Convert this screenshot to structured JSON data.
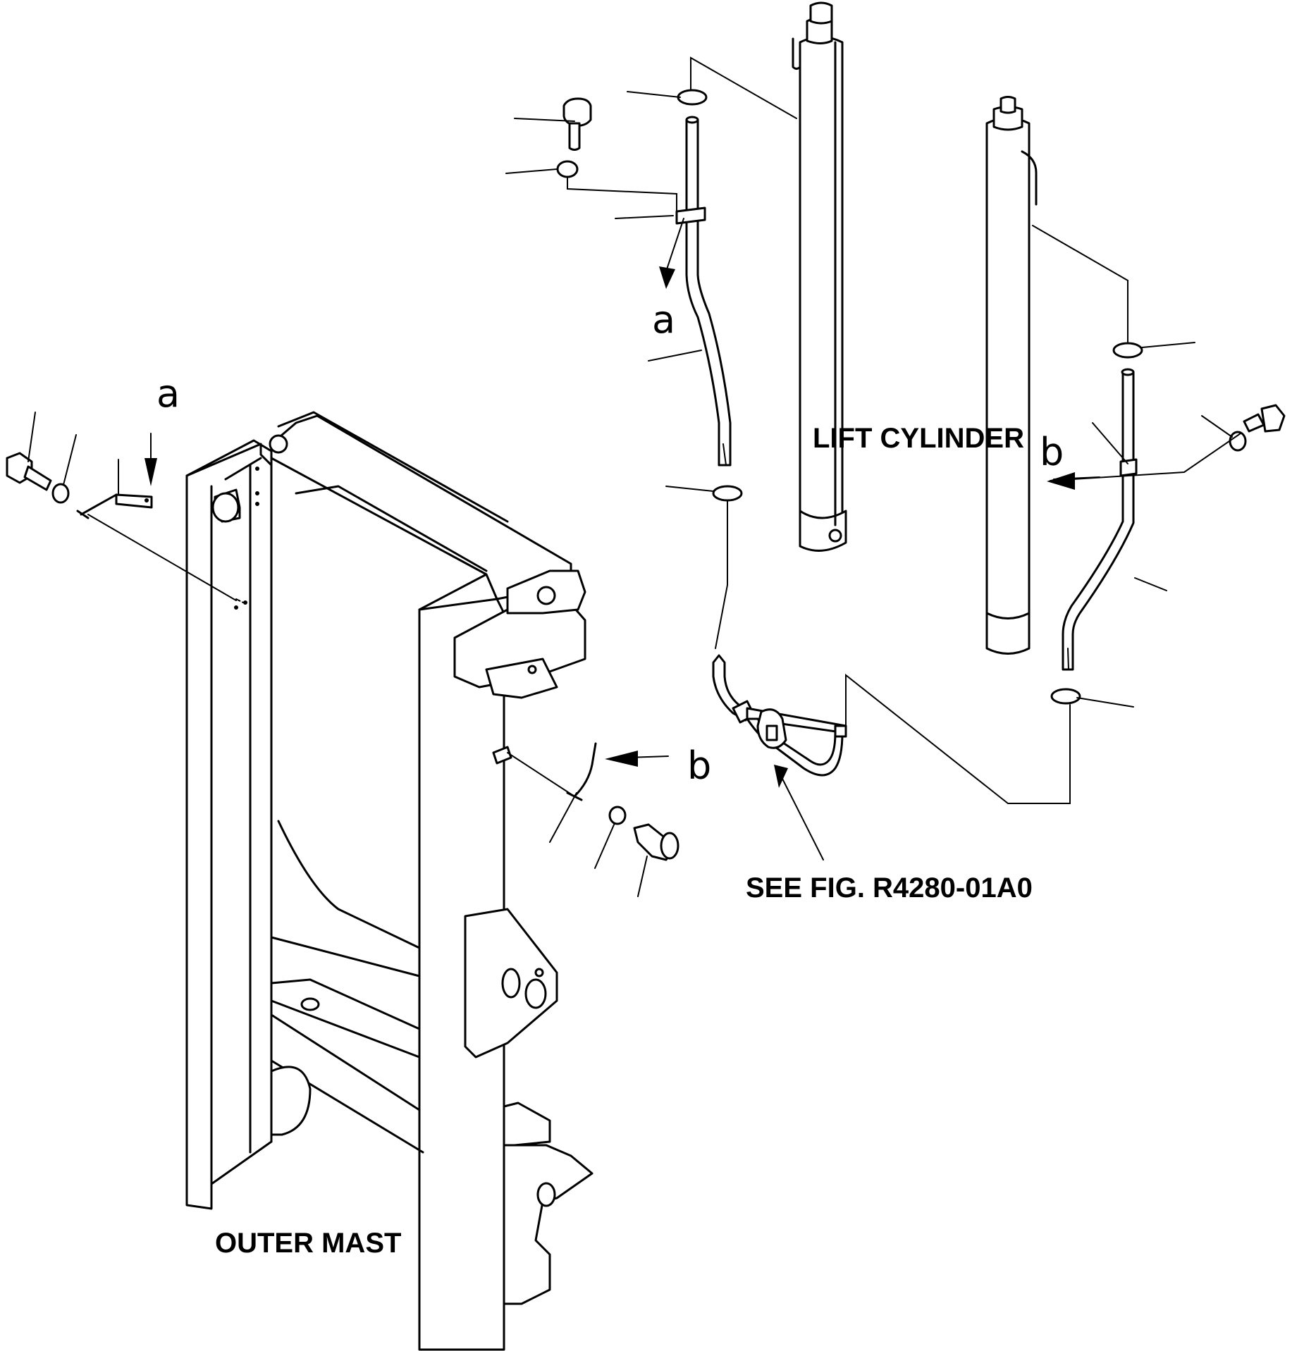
{
  "labels": {
    "lift_cylinder": "LIFT CYLINDER",
    "outer_mast": "OUTER MAST",
    "see_fig": "SEE FIG. R4280-01A0"
  },
  "view_markers": {
    "a": "a",
    "b": "b"
  }
}
